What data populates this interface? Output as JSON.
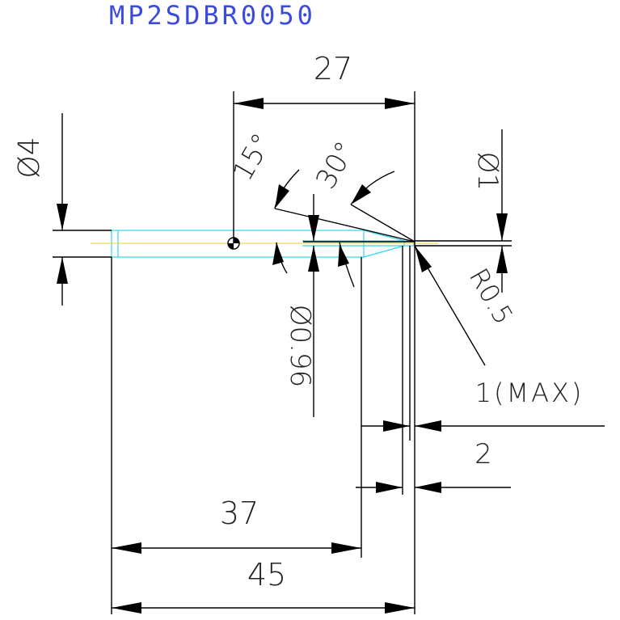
{
  "title": "MP2SDBR0050",
  "dimensions": {
    "len_27": "27",
    "dia_4": "Ø4",
    "ang_15": "15°",
    "ang_30": "30°",
    "dia_1": "Ø1",
    "radius": "R0.5",
    "dia_096": "Ø0.96",
    "max_1": "1(MAX)",
    "len_2": "2",
    "len_37": "37",
    "len_45": "45"
  },
  "colors": {
    "title": "#3b4bdc",
    "tool_outline": "#33d6e6",
    "centerline": "#e8cc2a",
    "dimension": "#000000"
  }
}
